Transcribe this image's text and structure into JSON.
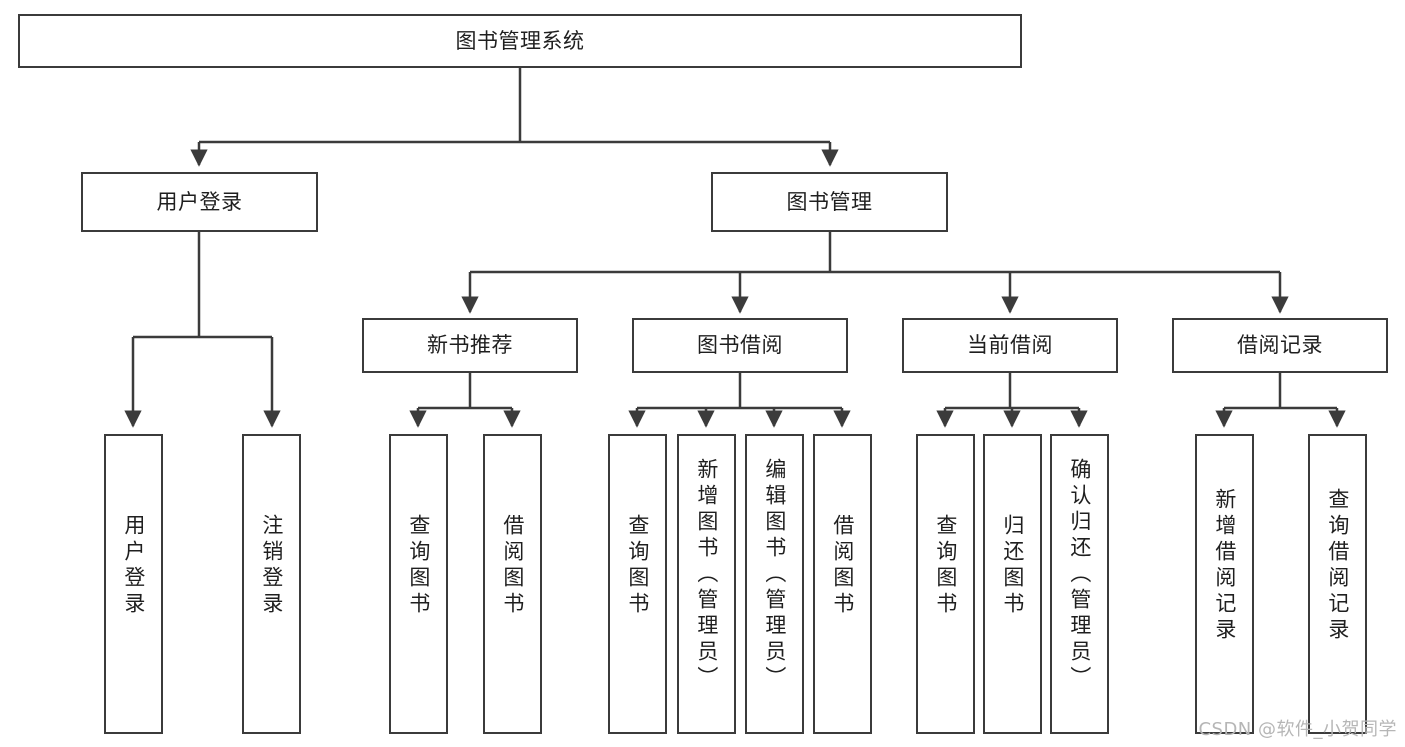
{
  "diagram": {
    "title": "图书管理系统",
    "type": "hierarchy-tree",
    "watermark": "CSDN @软件_小贺同学",
    "colors": {
      "box_border": "#3b3b3b",
      "box_fill": "#ffffff",
      "connector": "#3b3b3b",
      "text": "#1f1f1f",
      "watermark": "#b6b6b6",
      "background": "#ffffff"
    },
    "levels": {
      "root": {
        "label": "图书管理系统"
      },
      "level2": [
        {
          "label": "用户登录"
        },
        {
          "label": "图书管理"
        }
      ],
      "level3": [
        {
          "label": "新书推荐"
        },
        {
          "label": "图书借阅"
        },
        {
          "label": "当前借阅"
        },
        {
          "label": "借阅记录"
        }
      ],
      "leaves": {
        "user_login": [
          {
            "label": "用户登录"
          },
          {
            "label": "注销登录"
          }
        ],
        "new_book_recommend": [
          {
            "label": "查询图书"
          },
          {
            "label": "借阅图书"
          }
        ],
        "book_borrow": [
          {
            "label": "查询图书"
          },
          {
            "label": "新增图书（管理员）"
          },
          {
            "label": "编辑图书（管理员）"
          },
          {
            "label": "借阅图书"
          }
        ],
        "current_borrow": [
          {
            "label": "查询图书"
          },
          {
            "label": "归还图书"
          },
          {
            "label": "确认归还（管理员）"
          }
        ],
        "borrow_record": [
          {
            "label": "新增借阅记录"
          },
          {
            "label": "查询借阅记录"
          }
        ]
      }
    }
  }
}
